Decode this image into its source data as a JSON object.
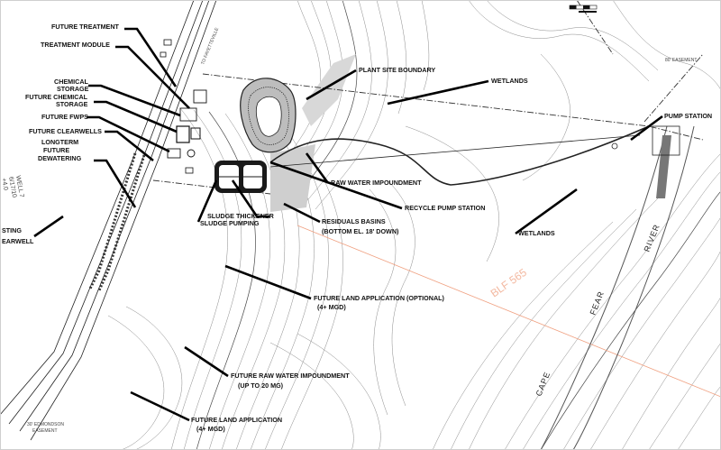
{
  "labels": {
    "future_treatment": "FUTURE TREATMENT",
    "treatment_module": "TREATMENT MODULE",
    "chemical_storage": [
      "CHEMICAL",
      "STORAGE"
    ],
    "future_chemical_storage": [
      "FUTURE CHEMICAL",
      "STORAGE"
    ],
    "future_fwps": "FUTURE FWPS",
    "future_clearwells": "FUTURE CLEARWELLS",
    "longterm_dewatering": [
      "LONGTERM",
      "FUTURE",
      "DEWATERING"
    ],
    "existing_clearwell": [
      "STING",
      "EARWELL"
    ],
    "plant_site_boundary": "PLANT SITE BOUNDARY",
    "wetlands_north": "WETLANDS",
    "pump_station": "PUMP STATION",
    "raw_water_impoundment": "RAW WATER IMPOUNDMENT",
    "recycle_pump_station": "RECYCLE PUMP STATION",
    "sludge_thickener": "SLUDGE THICKENER",
    "sludge_pumping": "SLUDGE PUMPING",
    "residuals_basins": [
      "RESIDUALS BASINS",
      "(BOTTOM EL. 18' DOWN)"
    ],
    "wetlands_south": "WETLANDS",
    "future_land_app_optional": [
      "FUTURE LAND APPLICATION (OPTIONAL)",
      "(4+ MGD)"
    ],
    "future_raw_water_impoundment": [
      "FUTURE RAW WATER IMPOUNDMENT",
      "(UP TO 20 MG)"
    ],
    "future_land_app": [
      "FUTURE LAND APPLICATION",
      "(4+ MGD)"
    ]
  },
  "map_text": {
    "river": [
      "CAPE",
      "FEAR",
      "RIVER"
    ],
    "road": "TO FAYETTEVILLE",
    "easement_bottom": [
      "30' EDMONDSON",
      "EASEMENT"
    ],
    "easement_top": "80' EASEMENT",
    "well": [
      "WELL 7",
      "6/17/10",
      "+4.0"
    ],
    "orange_line": "BLF  565"
  },
  "colors": {
    "ink": "#111111",
    "contour": "#8a8a8a",
    "property_line": "#f0a080"
  }
}
